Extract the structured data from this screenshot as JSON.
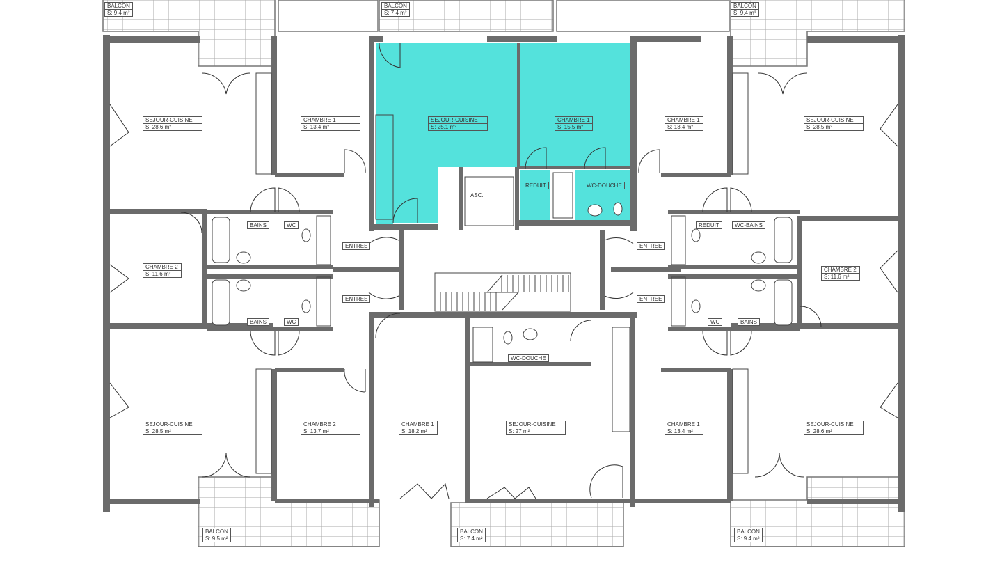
{
  "highlight_color": "#54e2dc",
  "wall_color": "#6b6b6b",
  "rooms": {
    "balcon_tl": {
      "name": "BALCON",
      "area": "S: 9.4 m²"
    },
    "balcon_tm": {
      "name": "BALCON",
      "area": "S: 7.4 m²"
    },
    "balcon_tr": {
      "name": "BALCON",
      "area": "S: 9.4 m²"
    },
    "sejour_tl": {
      "name": "SEJOUR-CUISINE",
      "area": "S: 28.6 m²"
    },
    "chambre_tl": {
      "name": "CHAMBRE 1",
      "area": "S: 13.4 m²"
    },
    "sejour_tm": {
      "name": "SEJOUR-CUISINE",
      "area": "S: 25.1 m²"
    },
    "chambre_tm": {
      "name": "CHAMBRE 1",
      "area": "S: 15.5 m²"
    },
    "chambre_tr": {
      "name": "CHAMBRE 1",
      "area": "S: 13.4 m²"
    },
    "sejour_tr": {
      "name": "SEJOUR-CUISINE",
      "area": "S: 28.5 m²"
    },
    "reduit_tm": {
      "name": "REDUIT"
    },
    "wcdouche_tm": {
      "name": "WC-DOUCHE"
    },
    "asc": {
      "name": "ASC."
    },
    "bains_l1": {
      "name": "BAINS"
    },
    "wc_l1": {
      "name": "WC"
    },
    "entree_l1": {
      "name": "ENTREE"
    },
    "reduit_r1": {
      "name": "REDUIT"
    },
    "wcbains_r1": {
      "name": "WC-BAINS"
    },
    "entree_r1": {
      "name": "ENTREE"
    },
    "chambre2_l": {
      "name": "CHAMBRE 2",
      "area": "S: 11.6 m²"
    },
    "chambre2_r": {
      "name": "CHAMBRE 2",
      "area": "S: 11.6 m²"
    },
    "entree_l2": {
      "name": "ENTREE"
    },
    "bains_l2": {
      "name": "BAINS"
    },
    "wc_l2": {
      "name": "WC"
    },
    "entree_r2": {
      "name": "ENTREE"
    },
    "wc_r2": {
      "name": "WC"
    },
    "bains_r2": {
      "name": "BAINS"
    },
    "wcdouche_bm": {
      "name": "WC-DOUCHE"
    },
    "sejour_bl": {
      "name": "SEJOUR-CUISINE",
      "area": "S: 28.5 m²"
    },
    "chambre2_bl": {
      "name": "CHAMBRE 2",
      "area": "S: 13.7 m²"
    },
    "chambre1_bm": {
      "name": "CHAMBRE 1",
      "area": "S: 18.2 m²"
    },
    "sejour_bm": {
      "name": "SEJOUR-CUISINE",
      "area": "S: 27 m²"
    },
    "chambre1_br": {
      "name": "CHAMBRE 1",
      "area": "S: 13.4 m²"
    },
    "sejour_br": {
      "name": "SEJOUR-CUISINE",
      "area": "S: 28.6 m²"
    },
    "balcon_bl": {
      "name": "BALCON",
      "area": "S: 9.5 m²"
    },
    "balcon_bm": {
      "name": "BALCON",
      "area": "S: 7.4 m²"
    },
    "balcon_br": {
      "name": "BALCON",
      "area": "S: 9.4 m²"
    }
  }
}
